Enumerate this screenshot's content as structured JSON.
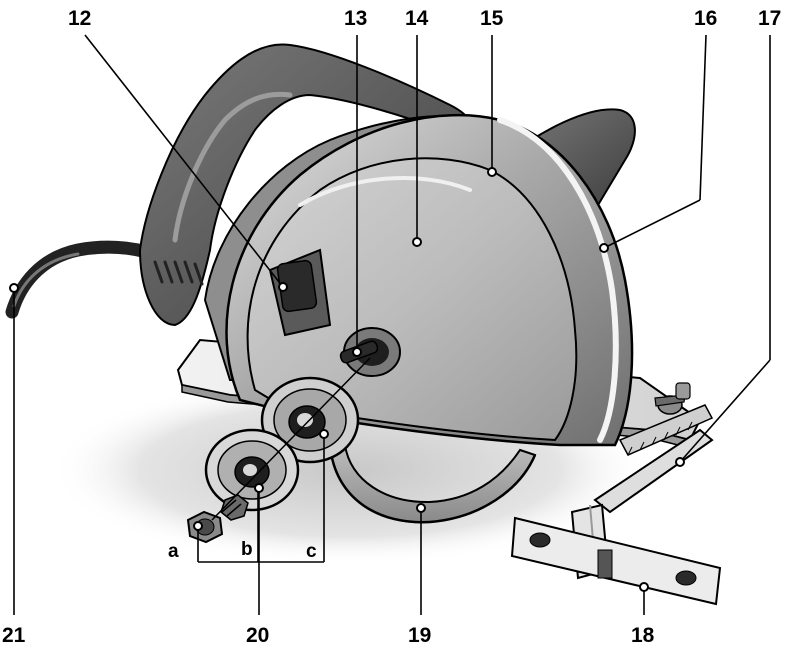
{
  "callouts": {
    "n12": "12",
    "n13": "13",
    "n14": "14",
    "n15": "15",
    "n16": "16",
    "n17": "17",
    "n18": "18",
    "n19": "19",
    "n20": "20",
    "n21": "21",
    "a": "a",
    "b": "b",
    "c": "c"
  },
  "colors": {
    "line": "#000000",
    "body_dark": "#4a4a4a",
    "body_mid": "#8c8c8c",
    "body_light": "#c4c4c4",
    "highlight": "#ececec",
    "shadow": "#d6d6d6",
    "plate": "#e8e8e8"
  },
  "icons": [
    "circular-saw-illustration",
    "leader-line",
    "dot-marker"
  ]
}
